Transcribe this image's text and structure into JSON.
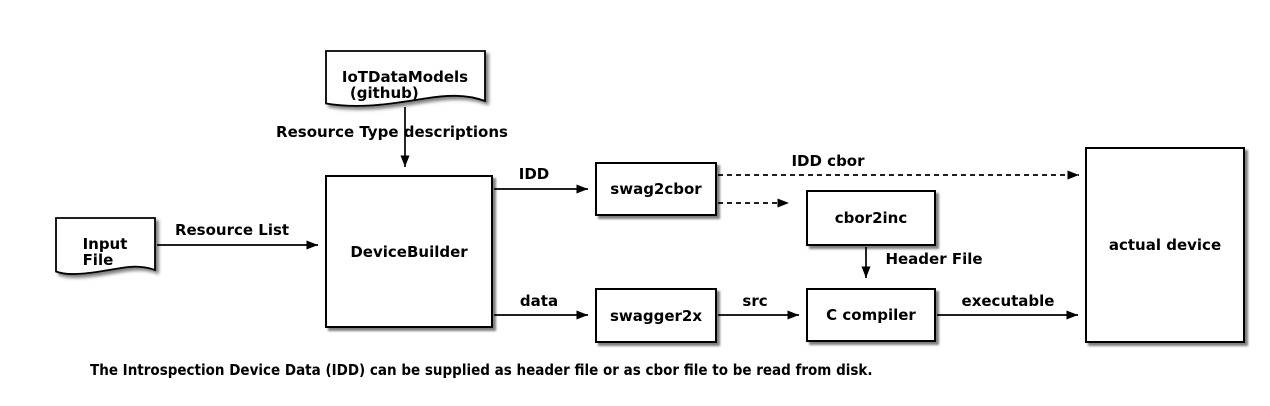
{
  "diagram": {
    "nodes": {
      "iot_data_models": {
        "shape": "document",
        "lines": [
          "IoTDataModels",
          "(github)"
        ]
      },
      "input_file": {
        "shape": "document",
        "lines": [
          "Input",
          "File"
        ]
      },
      "device_builder": {
        "shape": "box",
        "label": "DeviceBuilder"
      },
      "swag2cbor": {
        "shape": "box",
        "label": "swag2cbor"
      },
      "cbor2inc": {
        "shape": "box",
        "label": "cbor2inc"
      },
      "swagger2x": {
        "shape": "box",
        "label": "swagger2x"
      },
      "c_compiler": {
        "shape": "box",
        "label": "C compiler"
      },
      "actual_device": {
        "shape": "box",
        "label": "actual device"
      }
    },
    "edges": [
      {
        "from": "iot_data_models",
        "to": "device_builder",
        "label": "Resource Type descriptions",
        "style": "solid"
      },
      {
        "from": "input_file",
        "to": "device_builder",
        "label": "Resource List",
        "style": "solid"
      },
      {
        "from": "device_builder",
        "to": "swag2cbor",
        "label": "IDD",
        "style": "solid"
      },
      {
        "from": "swag2cbor",
        "to": "actual_device",
        "label": "IDD cbor",
        "style": "dashed"
      },
      {
        "from": "swag2cbor",
        "to": "cbor2inc",
        "label": "",
        "style": "dashed"
      },
      {
        "from": "cbor2inc",
        "to": "c_compiler",
        "label": "Header File",
        "style": "solid"
      },
      {
        "from": "device_builder",
        "to": "swagger2x",
        "label": "data",
        "style": "solid"
      },
      {
        "from": "swagger2x",
        "to": "c_compiler",
        "label": "src",
        "style": "solid"
      },
      {
        "from": "c_compiler",
        "to": "actual_device",
        "label": "executable",
        "style": "solid"
      }
    ],
    "caption": "The Introspection Device Data (IDD) can be supplied as header file or as cbor file to be read from disk.",
    "colors": {
      "background": "#ffffff",
      "line": "#000000",
      "node_fill": "#ffffff",
      "text": "#000000",
      "shadow": "rgba(0,0,0,0.5)"
    }
  }
}
